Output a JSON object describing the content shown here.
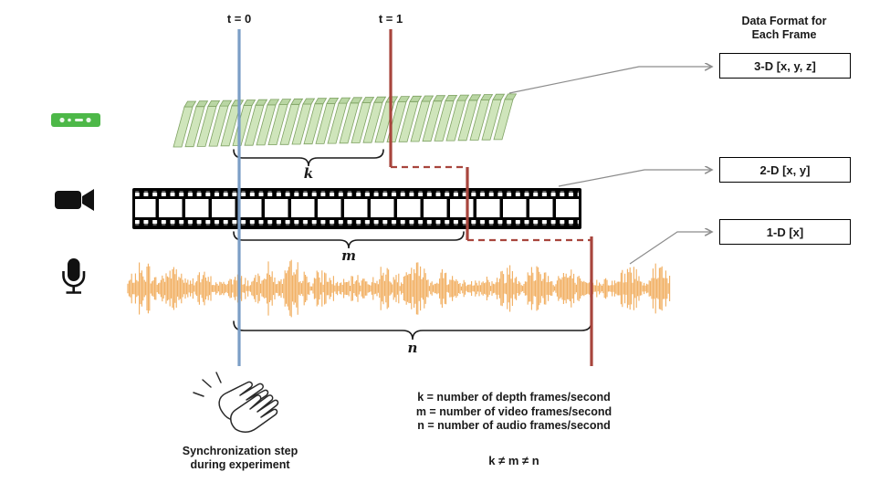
{
  "colors": {
    "t0_line": "#7b9ec6",
    "t1_line": "#a8453d",
    "depth_fill": "#cfe5bb",
    "depth_top": "#b9d6a3",
    "depth_edge": "#7fa263",
    "kinect_green": "#4db848",
    "audio_wave": "#efa44c",
    "film_black": "#000000",
    "arrow_gray": "#8c8c8c"
  },
  "timeline": {
    "t0": "t = 0",
    "t1": "t = 1"
  },
  "braces": {
    "depth": "k",
    "video": "m",
    "audio": "n"
  },
  "format_panel": {
    "header": [
      "Data Format for",
      "Each Frame"
    ],
    "boxes": [
      "3-D [x, y, z]",
      "2-D [x, y]",
      "1-D [x]"
    ]
  },
  "legend": {
    "lines": [
      "k = number of depth frames/second",
      "m = number of video frames/second",
      "n = number of audio frames/second"
    ],
    "inequality": "k ≠ m ≠ n"
  },
  "sync_caption": [
    "Synchronization step",
    "during experiment"
  ]
}
